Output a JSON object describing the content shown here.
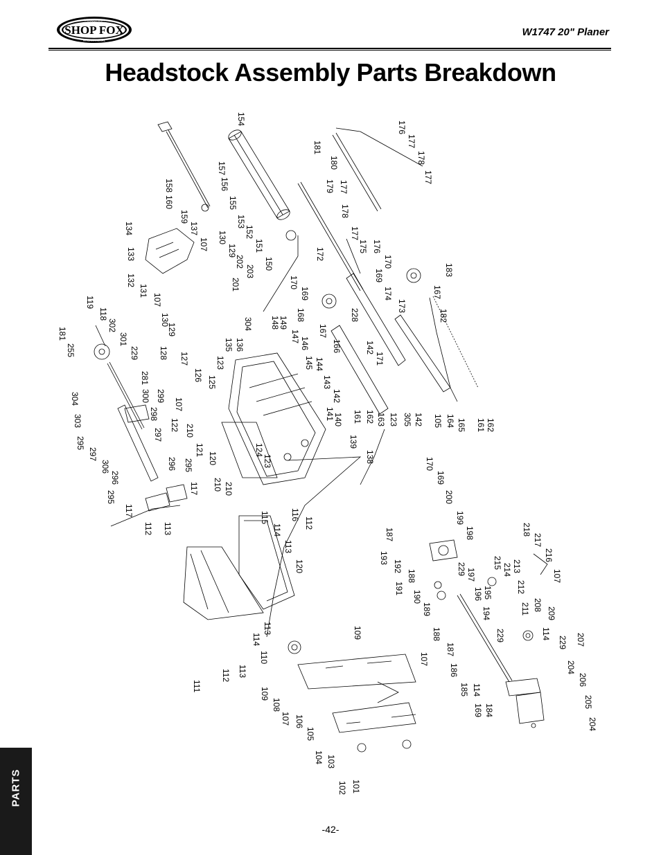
{
  "header": {
    "logo_text": "SHOP FOX",
    "logo_small_top": "WOODSTOCK",
    "logo_small_bottom": "INTERNATIONAL",
    "model": "W1747 20\" Planer"
  },
  "page_title": "Headstock Assembly Parts Breakdown",
  "side_tab": "PARTS",
  "page_number": "-42-",
  "callouts": [
    {
      "id": "a1",
      "text": "154"
    },
    {
      "id": "a2",
      "text": "157"
    },
    {
      "id": "a3",
      "text": "156"
    },
    {
      "id": "a4",
      "text": "155"
    },
    {
      "id": "a5",
      "text": "153"
    },
    {
      "id": "a6",
      "text": "152"
    },
    {
      "id": "a7",
      "text": "151"
    },
    {
      "id": "a8",
      "text": "150"
    },
    {
      "id": "a9",
      "text": "160"
    },
    {
      "id": "a10",
      "text": "158"
    },
    {
      "id": "a11",
      "text": "159"
    },
    {
      "id": "a12",
      "text": "137"
    },
    {
      "id": "a13",
      "text": "107"
    },
    {
      "id": "a14",
      "text": "134"
    },
    {
      "id": "a15",
      "text": "133"
    },
    {
      "id": "a16",
      "text": "132"
    },
    {
      "id": "a17",
      "text": "131"
    },
    {
      "id": "a18",
      "text": "107"
    },
    {
      "id": "a19",
      "text": "130"
    },
    {
      "id": "a20",
      "text": "129"
    },
    {
      "id": "a21",
      "text": "202"
    },
    {
      "id": "a22",
      "text": "203"
    },
    {
      "id": "a23",
      "text": "201"
    },
    {
      "id": "a24",
      "text": "181"
    },
    {
      "id": "a25",
      "text": "180"
    },
    {
      "id": "a26",
      "text": "179"
    },
    {
      "id": "a27",
      "text": "177"
    },
    {
      "id": "a28",
      "text": "178"
    },
    {
      "id": "a29",
      "text": "177"
    },
    {
      "id": "a30",
      "text": "175"
    },
    {
      "id": "a31",
      "text": "176"
    },
    {
      "id": "a32",
      "text": "172"
    },
    {
      "id": "a33",
      "text": "176"
    },
    {
      "id": "a34",
      "text": "177"
    },
    {
      "id": "a35",
      "text": "178"
    },
    {
      "id": "a36",
      "text": "177"
    },
    {
      "id": "a37",
      "text": "170"
    },
    {
      "id": "a38",
      "text": "169"
    },
    {
      "id": "a39",
      "text": "183"
    },
    {
      "id": "a40",
      "text": "167"
    },
    {
      "id": "a41",
      "text": "182"
    },
    {
      "id": "a42",
      "text": "174"
    },
    {
      "id": "a43",
      "text": "173"
    },
    {
      "id": "a44",
      "text": "170"
    },
    {
      "id": "a45",
      "text": "169"
    },
    {
      "id": "a46",
      "text": "168"
    },
    {
      "id": "a47",
      "text": "167"
    },
    {
      "id": "a48",
      "text": "228"
    },
    {
      "id": "a49",
      "text": "166"
    },
    {
      "id": "a50",
      "text": "142"
    },
    {
      "id": "a51",
      "text": "171"
    },
    {
      "id": "a52",
      "text": "119"
    },
    {
      "id": "a53",
      "text": "118"
    },
    {
      "id": "a54",
      "text": "302"
    },
    {
      "id": "a55",
      "text": "301"
    },
    {
      "id": "a56",
      "text": "229"
    },
    {
      "id": "a57",
      "text": "181"
    },
    {
      "id": "a58",
      "text": "255"
    },
    {
      "id": "a59",
      "text": "130"
    },
    {
      "id": "a60",
      "text": "129"
    },
    {
      "id": "a61",
      "text": "128"
    },
    {
      "id": "a62",
      "text": "127"
    },
    {
      "id": "a63",
      "text": "126"
    },
    {
      "id": "a64",
      "text": "125"
    },
    {
      "id": "a65",
      "text": "123"
    },
    {
      "id": "a66",
      "text": "135"
    },
    {
      "id": "a67",
      "text": "136"
    },
    {
      "id": "a68",
      "text": "304"
    },
    {
      "id": "a69",
      "text": "148"
    },
    {
      "id": "a70",
      "text": "149"
    },
    {
      "id": "a71",
      "text": "147"
    },
    {
      "id": "a72",
      "text": "146"
    },
    {
      "id": "a73",
      "text": "145"
    },
    {
      "id": "a74",
      "text": "144"
    },
    {
      "id": "a75",
      "text": "143"
    },
    {
      "id": "a76",
      "text": "142"
    },
    {
      "id": "a77",
      "text": "141"
    },
    {
      "id": "a78",
      "text": "140"
    },
    {
      "id": "a79",
      "text": "139"
    },
    {
      "id": "a80",
      "text": "138"
    },
    {
      "id": "a81",
      "text": "161"
    },
    {
      "id": "a82",
      "text": "162"
    },
    {
      "id": "a83",
      "text": "163"
    },
    {
      "id": "a84",
      "text": "123"
    },
    {
      "id": "a85",
      "text": "305"
    },
    {
      "id": "a86",
      "text": "142"
    },
    {
      "id": "a87",
      "text": "105"
    },
    {
      "id": "a88",
      "text": "164"
    },
    {
      "id": "a89",
      "text": "165"
    },
    {
      "id": "a90",
      "text": "161"
    },
    {
      "id": "a91",
      "text": "162"
    },
    {
      "id": "a92",
      "text": "281"
    },
    {
      "id": "a93",
      "text": "300"
    },
    {
      "id": "a94",
      "text": "299"
    },
    {
      "id": "a95",
      "text": "298"
    },
    {
      "id": "a96",
      "text": "297"
    },
    {
      "id": "a97",
      "text": "304"
    },
    {
      "id": "a98",
      "text": "303"
    },
    {
      "id": "a99",
      "text": "295"
    },
    {
      "id": "a100",
      "text": "297"
    },
    {
      "id": "a101",
      "text": "306"
    },
    {
      "id": "a102",
      "text": "296"
    },
    {
      "id": "a103",
      "text": "295"
    },
    {
      "id": "a104",
      "text": "117"
    },
    {
      "id": "a105",
      "text": "296"
    },
    {
      "id": "a106",
      "text": "295"
    },
    {
      "id": "a107",
      "text": "117"
    },
    {
      "id": "a108",
      "text": "107"
    },
    {
      "id": "a109",
      "text": "122"
    },
    {
      "id": "a110",
      "text": "210"
    },
    {
      "id": "a111",
      "text": "121"
    },
    {
      "id": "a112",
      "text": "120"
    },
    {
      "id": "a113",
      "text": "124"
    },
    {
      "id": "a114",
      "text": "123"
    },
    {
      "id": "a115",
      "text": "210"
    },
    {
      "id": "a116",
      "text": "210"
    },
    {
      "id": "a117",
      "text": "112"
    },
    {
      "id": "a118",
      "text": "113"
    },
    {
      "id": "a119",
      "text": "115"
    },
    {
      "id": "a120",
      "text": "114"
    },
    {
      "id": "a121",
      "text": "113"
    },
    {
      "id": "a122",
      "text": "120"
    },
    {
      "id": "a123",
      "text": "116"
    },
    {
      "id": "a124",
      "text": "112"
    },
    {
      "id": "a125",
      "text": "111"
    },
    {
      "id": "a126",
      "text": "112"
    },
    {
      "id": "a127",
      "text": "113"
    },
    {
      "id": "a128",
      "text": "114"
    },
    {
      "id": "a129",
      "text": "113"
    },
    {
      "id": "a130",
      "text": "110"
    },
    {
      "id": "a131",
      "text": "109"
    },
    {
      "id": "a132",
      "text": "109"
    },
    {
      "id": "a133",
      "text": "108"
    },
    {
      "id": "a134",
      "text": "107"
    },
    {
      "id": "a135",
      "text": "106"
    },
    {
      "id": "a136",
      "text": "105"
    },
    {
      "id": "a137",
      "text": "104"
    },
    {
      "id": "a138",
      "text": "103"
    },
    {
      "id": "a139",
      "text": "102"
    },
    {
      "id": "a140",
      "text": "101"
    },
    {
      "id": "a141",
      "text": "107"
    },
    {
      "id": "a142",
      "text": "170"
    },
    {
      "id": "a143",
      "text": "169"
    },
    {
      "id": "a144",
      "text": "200"
    },
    {
      "id": "a145",
      "text": "199"
    },
    {
      "id": "a146",
      "text": "198"
    },
    {
      "id": "a147",
      "text": "187"
    },
    {
      "id": "a148",
      "text": "193"
    },
    {
      "id": "a149",
      "text": "192"
    },
    {
      "id": "a150",
      "text": "188"
    },
    {
      "id": "a151",
      "text": "191"
    },
    {
      "id": "a152",
      "text": "190"
    },
    {
      "id": "a153",
      "text": "189"
    },
    {
      "id": "a154",
      "text": "229"
    },
    {
      "id": "a155",
      "text": "197"
    },
    {
      "id": "a156",
      "text": "196"
    },
    {
      "id": "a157",
      "text": "195"
    },
    {
      "id": "a158",
      "text": "194"
    },
    {
      "id": "a159",
      "text": "188"
    },
    {
      "id": "a160",
      "text": "187"
    },
    {
      "id": "a161",
      "text": "186"
    },
    {
      "id": "a162",
      "text": "185"
    },
    {
      "id": "a163",
      "text": "114"
    },
    {
      "id": "a164",
      "text": "169"
    },
    {
      "id": "a165",
      "text": "184"
    },
    {
      "id": "a166",
      "text": "229"
    },
    {
      "id": "a167",
      "text": "218"
    },
    {
      "id": "a168",
      "text": "217"
    },
    {
      "id": "a169",
      "text": "216"
    },
    {
      "id": "a170",
      "text": "107"
    },
    {
      "id": "a171",
      "text": "215"
    },
    {
      "id": "a172",
      "text": "214"
    },
    {
      "id": "a173",
      "text": "213"
    },
    {
      "id": "a174",
      "text": "212"
    },
    {
      "id": "a175",
      "text": "211"
    },
    {
      "id": "a176",
      "text": "208"
    },
    {
      "id": "a177",
      "text": "209"
    },
    {
      "id": "a178",
      "text": "114"
    },
    {
      "id": "a179",
      "text": "229"
    },
    {
      "id": "a180",
      "text": "207"
    },
    {
      "id": "a181",
      "text": "204"
    },
    {
      "id": "a182",
      "text": "206"
    },
    {
      "id": "a183",
      "text": "205"
    },
    {
      "id": "a184",
      "text": "204"
    }
  ]
}
